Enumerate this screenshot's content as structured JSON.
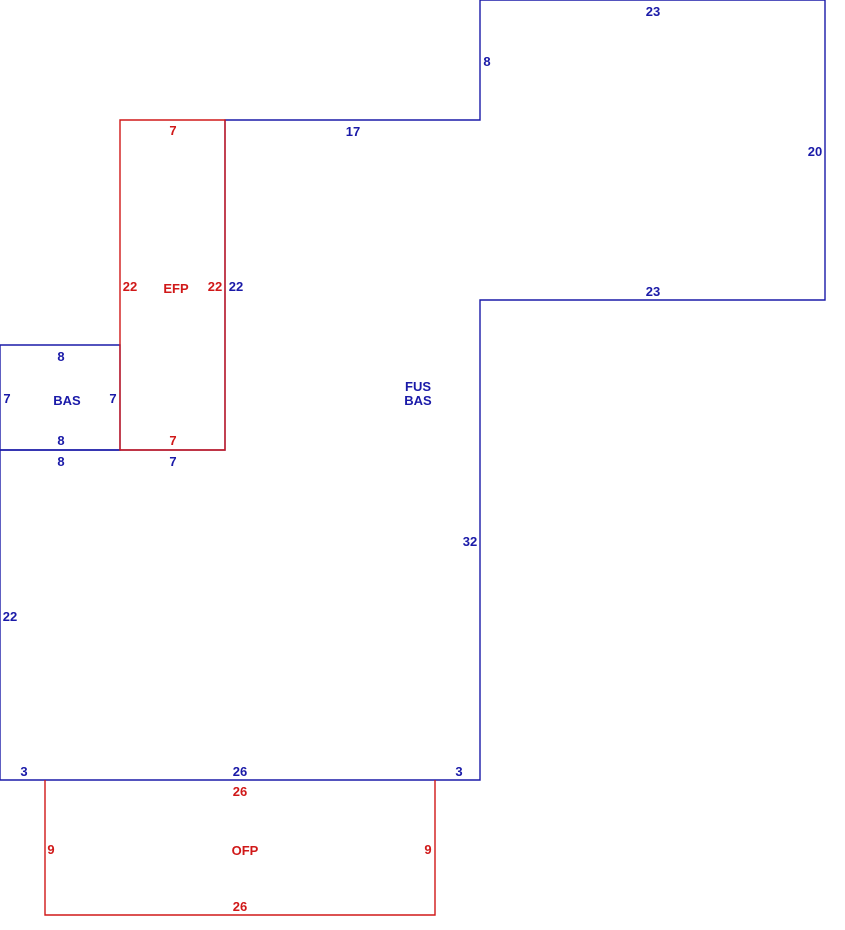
{
  "colors": {
    "blue": "#1a1aa8",
    "red": "#d01818"
  },
  "areas": {
    "fus_bas": [
      "FUS",
      "BAS"
    ],
    "bas": "BAS",
    "efp": "EFP",
    "ofp": "OFP"
  },
  "dimensions": {
    "main_top_right": "23",
    "main_step_8": "8",
    "main_right_20": "20",
    "main_top_17": "17",
    "main_mid_23": "23",
    "main_right_32": "32",
    "main_bottom_3_left": "3",
    "main_bottom_26": "26",
    "main_bottom_3_right": "3",
    "main_left_22": "22",
    "main_under_bas_8": "8",
    "main_under_efp_7": "7",
    "main_efp_right_22": "22",
    "bas_top_8": "8",
    "bas_bottom_8": "8",
    "bas_left_7": "7",
    "bas_right_7": "7",
    "efp_top_7": "7",
    "efp_bottom_7": "7",
    "efp_left_22": "22",
    "efp_right_22": "22",
    "ofp_top_26": "26",
    "ofp_bottom_26": "26",
    "ofp_left_9": "9",
    "ofp_right_9": "9"
  }
}
